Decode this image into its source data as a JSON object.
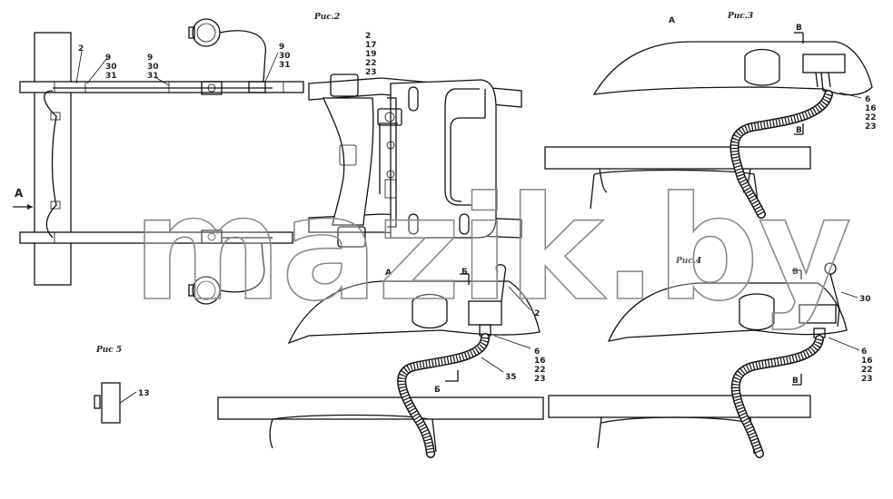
{
  "figures": {
    "fig2": "Рис.2",
    "fig3": "Рис.3",
    "fig4": "Рис.4",
    "fig5": "Рис  5"
  },
  "views": {
    "A_arrow": "A",
    "A_fig3": "A",
    "A_center": "A",
    "B_fig3_top": "B",
    "B_fig3_bottom": "B",
    "B_center_top": "Б",
    "B_center_bottom": "Б",
    "B_fig4_top": "B",
    "B_fig4_bottom": "B"
  },
  "callouts": {
    "c1": [
      "2"
    ],
    "c2": [
      "9",
      "30",
      "31"
    ],
    "c3": [
      "9",
      "30",
      "31"
    ],
    "c4": [
      "9",
      "30",
      "31"
    ],
    "c5": [
      "2",
      "17",
      "19",
      "22",
      "23"
    ],
    "c6": [
      "6",
      "16",
      "22",
      "23"
    ],
    "c7": [
      "2"
    ],
    "c8": [
      "6",
      "16",
      "22",
      "23"
    ],
    "c9": [
      "35"
    ],
    "c10": [
      "30"
    ],
    "c11": [
      "6",
      "16",
      "22",
      "23"
    ],
    "c12": [
      "13"
    ]
  },
  "watermark": "mazik.by"
}
